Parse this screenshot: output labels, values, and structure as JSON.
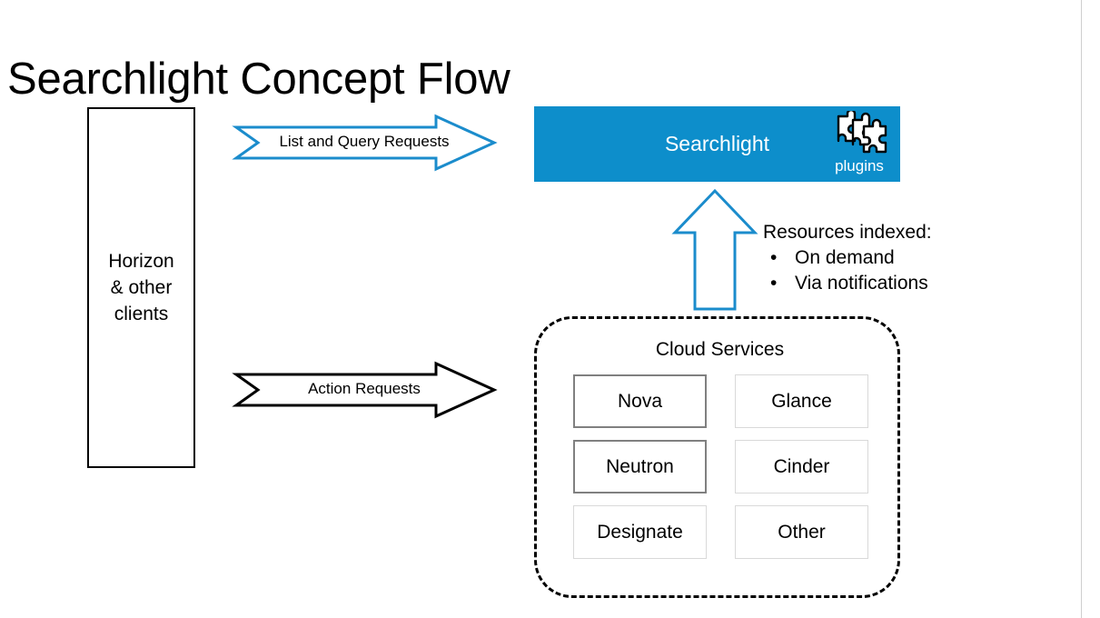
{
  "slide": {
    "title": "Searchlight Concept Flow",
    "background": "#ffffff"
  },
  "colors": {
    "accent_blue": "#0d8ecb",
    "arrow_blue": "#1b8ccc",
    "arrow_black": "#000000",
    "service_border_strong": "#808080",
    "service_border_light": "#d9d9d9"
  },
  "clients_box": {
    "label": "Horizon\n& other\nclients"
  },
  "arrows": {
    "list_query": {
      "label": "List and Query Requests",
      "direction": "right",
      "stroke": "#1b8ccc"
    },
    "action": {
      "label": "Action Requests",
      "direction": "right",
      "stroke": "#000000"
    },
    "indexing": {
      "label": "",
      "direction": "up",
      "stroke": "#1b8ccc"
    }
  },
  "searchlight": {
    "title": "Searchlight",
    "plugins_label": "plugins",
    "plugins_icon": "puzzle-pieces-icon"
  },
  "resources": {
    "heading": "Resources indexed:",
    "bullets": [
      "On demand",
      "Via notifications"
    ]
  },
  "cloud_services": {
    "title": "Cloud Services",
    "services": [
      {
        "name": "Nova",
        "emphasis": "strong"
      },
      {
        "name": "Glance",
        "emphasis": "light"
      },
      {
        "name": "Neutron",
        "emphasis": "strong"
      },
      {
        "name": "Cinder",
        "emphasis": "light"
      },
      {
        "name": "Designate",
        "emphasis": "light"
      },
      {
        "name": "Other",
        "emphasis": "light"
      }
    ]
  }
}
